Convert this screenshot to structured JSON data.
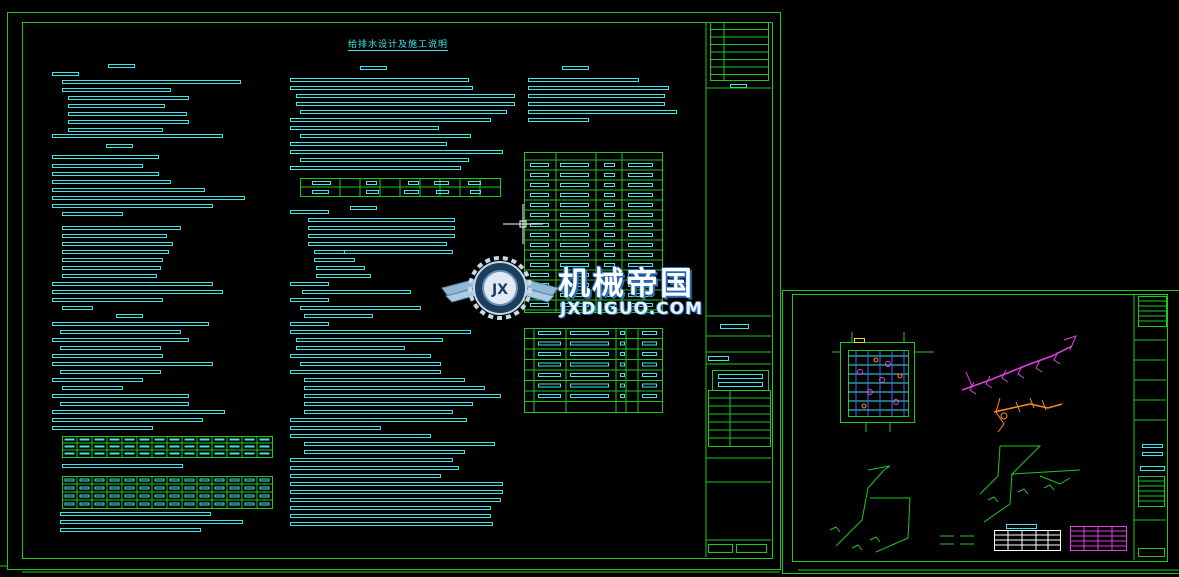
{
  "drawing": {
    "title": "给排水设计及施工说明",
    "line_color": "#1ec81e",
    "text_color": "#3fe6e6",
    "accent_magenta": "#e040e0",
    "accent_orange": "#ff8c1a",
    "background": "#000000"
  },
  "watermark": {
    "cn_text": "机械帝国",
    "en_text": "JXDIGUO.COM",
    "emblem_letters": "JX",
    "icon": "gear-wings-emblem"
  }
}
